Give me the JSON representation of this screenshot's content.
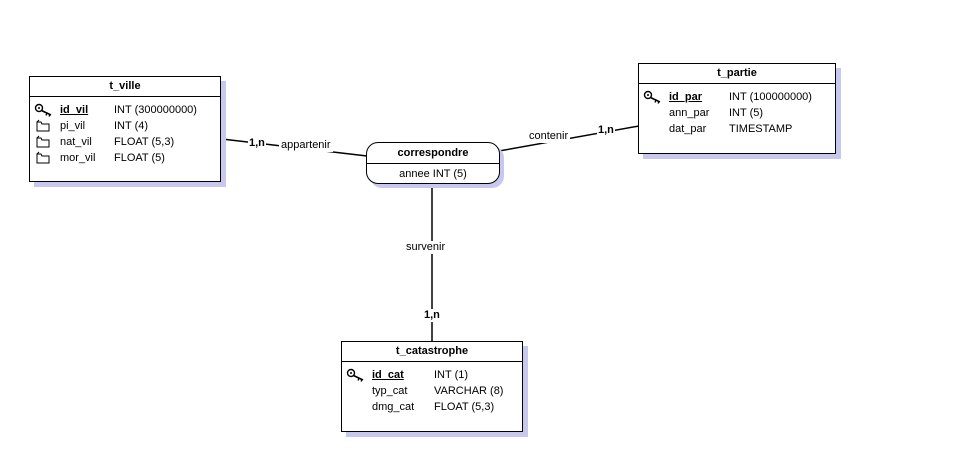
{
  "entities": {
    "ville": {
      "title": "t_ville",
      "attrs": [
        {
          "name": "id_vil",
          "type": "INT (300000000)",
          "icon": "key-icon",
          "pk": true
        },
        {
          "name": "pi_vil",
          "type": "INT (4)",
          "icon": "attribute-icon",
          "pk": false
        },
        {
          "name": "nat_vil",
          "type": "FLOAT (5,3)",
          "icon": "attribute-icon",
          "pk": false
        },
        {
          "name": "mor_vil",
          "type": "FLOAT (5)",
          "icon": "attribute-icon",
          "pk": false
        }
      ]
    },
    "partie": {
      "title": "t_partie",
      "attrs": [
        {
          "name": "id_par",
          "type": "INT (100000000)",
          "icon": "key-icon",
          "pk": true
        },
        {
          "name": "ann_par",
          "type": "INT (5)",
          "icon": "",
          "pk": false
        },
        {
          "name": "dat_par",
          "type": "TIMESTAMP",
          "icon": "",
          "pk": false
        }
      ]
    },
    "catastrophe": {
      "title": "t_catastrophe",
      "attrs": [
        {
          "name": "id_cat",
          "type": "INT (1)",
          "icon": "key-icon",
          "pk": true
        },
        {
          "name": "typ_cat",
          "type": "VARCHAR (8)",
          "icon": "",
          "pk": false
        },
        {
          "name": "dmg_cat",
          "type": "FLOAT (5,3)",
          "icon": "",
          "pk": false
        }
      ]
    }
  },
  "association": {
    "title": "correspondre",
    "attr": "annee  INT (5)"
  },
  "links": {
    "appartenir": {
      "label": "appartenir",
      "cardinality": "1,n"
    },
    "contenir": {
      "label": "contenir",
      "cardinality": "1,n"
    },
    "survenir": {
      "label": "survenir",
      "cardinality": "1,n"
    }
  },
  "colors": {
    "shadow": "#c8c8ee",
    "line": "#000000"
  }
}
